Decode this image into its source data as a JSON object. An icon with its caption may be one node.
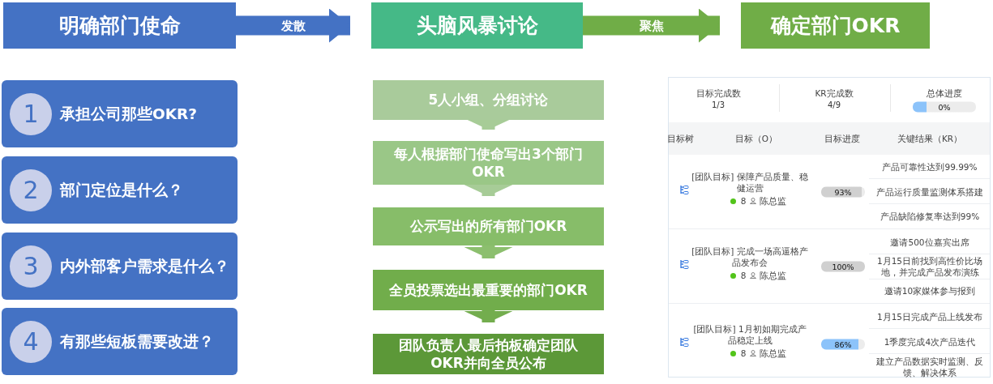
{
  "diagram": {
    "nodes": [
      {
        "text": [
          "明确部门使命"
        ]
      },
      {
        "text": [
          "头脑风暴讨论"
        ]
      },
      {
        "text": [
          "确定部门OKR"
        ]
      },
      {
        "text": [
          "1",
          "承担公司那些OKR?"
        ]
      },
      {
        "text": [
          "2",
          "部门定位是什么？"
        ]
      },
      {
        "text": [
          "3",
          "内外部客户需求是什么？"
        ]
      },
      {
        "text": [
          "4",
          "有那些短板需要改进？"
        ]
      },
      {
        "text": [
          "5人小组、分组讨论"
        ]
      },
      {
        "text": [
          "每人根据部门使命写出3个部门OKR"
        ]
      },
      {
        "text": [
          "公示写出的所有部门OKR"
        ]
      },
      {
        "text": [
          "全员投票选出最重要的部门OKR"
        ]
      },
      {
        "text": [
          "团队负责人最后拍板确定团队OKR并向全员公布"
        ]
      }
    ],
    "edges": [
      {
        "from": 0,
        "to": 1,
        "arrow": "to",
        "label": "发散",
        "color": "#4472c4"
      },
      {
        "from": 1,
        "to": 2,
        "arrow": "to",
        "label": "聚焦"
      },
      {
        "from": 7,
        "to": 8,
        "arrow": "to",
        "color": "#a7cc97"
      },
      {
        "from": 8,
        "to": 9,
        "arrow": "to",
        "color": "#a7cc97"
      },
      {
        "from": 9,
        "to": 10,
        "arrow": "to",
        "color": "#8cbf6e"
      },
      {
        "from": 10,
        "to": 11,
        "arrow": "to",
        "color": "#73ad4e"
      }
    ],
    "labels": [
      "目标完成数",
      "1/3",
      "KR完成数",
      "4/9",
      "总体进度",
      "0%",
      "目标树",
      "目标（O）",
      "目标进度",
      "关键结果（KR）",
      "[团队目标] 保障产品质量、稳健运营",
      "8",
      "陈总监",
      "93%",
      "产品可靠性达到99.99%",
      "产品运行质量监测体系搭建",
      "产品缺陷修复率达到99%",
      "[团队目标] 完成一场高逼格产品发布会",
      "8",
      "陈总监",
      "100%",
      "邀请500位嘉宾出席",
      "1月15日前找到高性价比场地，并完成产品发布演练",
      "邀请10家媒体参与报到",
      "[团队目标] 1月初如期完成产品稳定上线",
      "8",
      "陈总监",
      "86%",
      "1月15日完成产品上线发布",
      "1季度完成4次产品迭代",
      "建立产品数据实时监测、反馈、解决体系"
    ]
  }
}
